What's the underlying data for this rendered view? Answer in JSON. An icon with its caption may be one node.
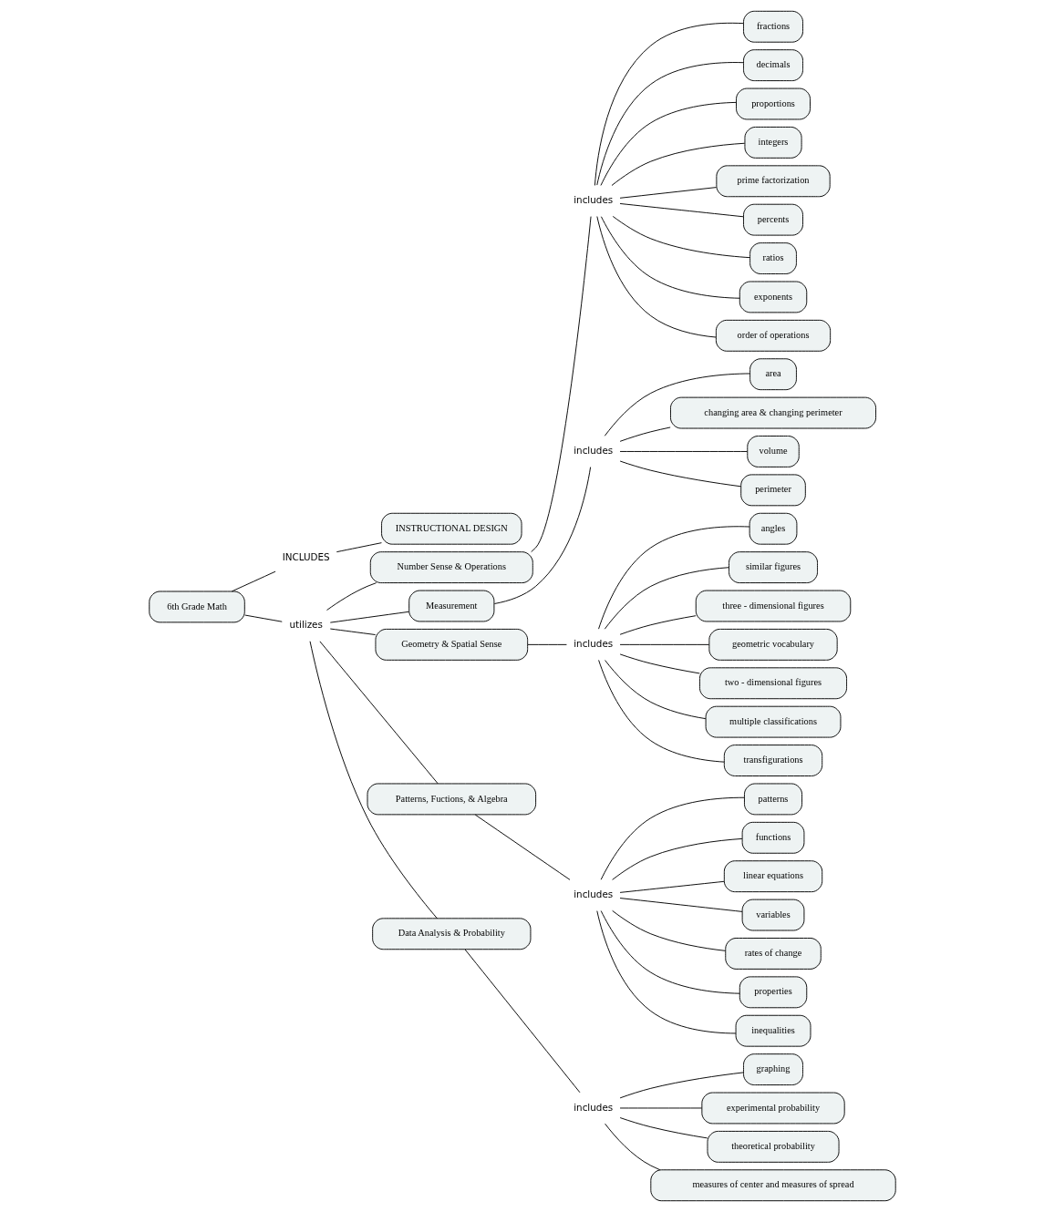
{
  "diagram": {
    "nodes": [
      {
        "text": [
          "INSTRUCTIONAL DESIGN"
        ]
      },
      {
        "text": [
          "INCLUDES"
        ]
      },
      {
        "text": [
          "6th Grade Math"
        ]
      },
      {
        "text": [
          "utilizes"
        ]
      },
      {
        "text": [
          "Number Sense & Operations"
        ]
      },
      {
        "text": [
          "includes"
        ]
      },
      {
        "text": [
          "fractions"
        ]
      },
      {
        "text": [
          "decimals"
        ]
      },
      {
        "text": [
          "proportions"
        ]
      },
      {
        "text": [
          "integers"
        ]
      },
      {
        "text": [
          "prime factorization"
        ]
      },
      {
        "text": [
          "percents"
        ]
      },
      {
        "text": [
          "ratios"
        ]
      },
      {
        "text": [
          "exponents"
        ]
      },
      {
        "text": [
          "order of operations"
        ]
      },
      {
        "text": [
          "Measurement"
        ]
      },
      {
        "text": [
          "includes"
        ]
      },
      {
        "text": [
          "area"
        ]
      },
      {
        "text": [
          "changing area & changing perimeter"
        ]
      },
      {
        "text": [
          "volume"
        ]
      },
      {
        "text": [
          "perimeter"
        ]
      },
      {
        "text": [
          "Geometry & Spatial Sense"
        ]
      },
      {
        "text": [
          "includes"
        ]
      },
      {
        "text": [
          "angles"
        ]
      },
      {
        "text": [
          "similar figures"
        ]
      },
      {
        "text": [
          "three - dimensional figures"
        ]
      },
      {
        "text": [
          "geometric vocabulary"
        ]
      },
      {
        "text": [
          "two - dimensional figures"
        ]
      },
      {
        "text": [
          "multiple classifications"
        ]
      },
      {
        "text": [
          "transfigurations"
        ]
      },
      {
        "text": [
          "Patterns, Fuctions, & Algebra"
        ]
      },
      {
        "text": [
          "includes"
        ]
      },
      {
        "text": [
          "patterns"
        ]
      },
      {
        "text": [
          "functions"
        ]
      },
      {
        "text": [
          "linear equations"
        ]
      },
      {
        "text": [
          "variables"
        ]
      },
      {
        "text": [
          "rates of change"
        ]
      },
      {
        "text": [
          "properties"
        ]
      },
      {
        "text": [
          "inequalities"
        ]
      },
      {
        "text": [
          "Data Analysis & Probability"
        ]
      },
      {
        "text": [
          "includes"
        ]
      },
      {
        "text": [
          "graphing"
        ]
      },
      {
        "text": [
          "experimental probability"
        ]
      },
      {
        "text": [
          "theoretical probability"
        ]
      },
      {
        "text": [
          "measures of center and measures of spread"
        ]
      }
    ],
    "edges": [
      {
        "from": 2,
        "to": 1,
        "arrow": "none"
      },
      {
        "from": 1,
        "to": 0,
        "arrow": "none"
      },
      {
        "from": 2,
        "to": 3,
        "arrow": "none"
      },
      {
        "from": 3,
        "to": 4,
        "arrow": "none"
      },
      {
        "from": 3,
        "to": 15,
        "arrow": "none"
      },
      {
        "from": 3,
        "to": 21,
        "arrow": "none"
      },
      {
        "from": 3,
        "to": 30,
        "arrow": "none"
      },
      {
        "from": 3,
        "to": 39,
        "arrow": "none"
      },
      {
        "from": 4,
        "to": 5,
        "arrow": "none"
      },
      {
        "from": 5,
        "to": 6,
        "arrow": "none"
      },
      {
        "from": 5,
        "to": 7,
        "arrow": "none"
      },
      {
        "from": 5,
        "to": 8,
        "arrow": "none"
      },
      {
        "from": 5,
        "to": 9,
        "arrow": "none"
      },
      {
        "from": 5,
        "to": 10,
        "arrow": "none"
      },
      {
        "from": 5,
        "to": 11,
        "arrow": "none"
      },
      {
        "from": 5,
        "to": 12,
        "arrow": "none"
      },
      {
        "from": 5,
        "to": 13,
        "arrow": "none"
      },
      {
        "from": 5,
        "to": 14,
        "arrow": "none"
      },
      {
        "from": 15,
        "to": 16,
        "arrow": "none"
      },
      {
        "from": 16,
        "to": 17,
        "arrow": "none"
      },
      {
        "from": 16,
        "to": 18,
        "arrow": "none"
      },
      {
        "from": 16,
        "to": 19,
        "arrow": "none"
      },
      {
        "from": 16,
        "to": 20,
        "arrow": "none"
      },
      {
        "from": 21,
        "to": 22,
        "arrow": "none"
      },
      {
        "from": 22,
        "to": 23,
        "arrow": "none"
      },
      {
        "from": 22,
        "to": 24,
        "arrow": "none"
      },
      {
        "from": 22,
        "to": 25,
        "arrow": "none"
      },
      {
        "from": 22,
        "to": 26,
        "arrow": "none"
      },
      {
        "from": 22,
        "to": 27,
        "arrow": "none"
      },
      {
        "from": 22,
        "to": 28,
        "arrow": "none"
      },
      {
        "from": 22,
        "to": 29,
        "arrow": "none"
      },
      {
        "from": 30,
        "to": 31,
        "arrow": "none"
      },
      {
        "from": 31,
        "to": 32,
        "arrow": "none"
      },
      {
        "from": 31,
        "to": 33,
        "arrow": "none"
      },
      {
        "from": 31,
        "to": 34,
        "arrow": "none"
      },
      {
        "from": 31,
        "to": 35,
        "arrow": "none"
      },
      {
        "from": 31,
        "to": 36,
        "arrow": "none"
      },
      {
        "from": 31,
        "to": 37,
        "arrow": "none"
      },
      {
        "from": 31,
        "to": 38,
        "arrow": "none"
      },
      {
        "from": 39,
        "to": 40,
        "arrow": "none"
      },
      {
        "from": 40,
        "to": 41,
        "arrow": "none"
      },
      {
        "from": 40,
        "to": 42,
        "arrow": "none"
      },
      {
        "from": 40,
        "to": 43,
        "arrow": "none"
      },
      {
        "from": 40,
        "to": 44,
        "arrow": "none"
      }
    ]
  }
}
